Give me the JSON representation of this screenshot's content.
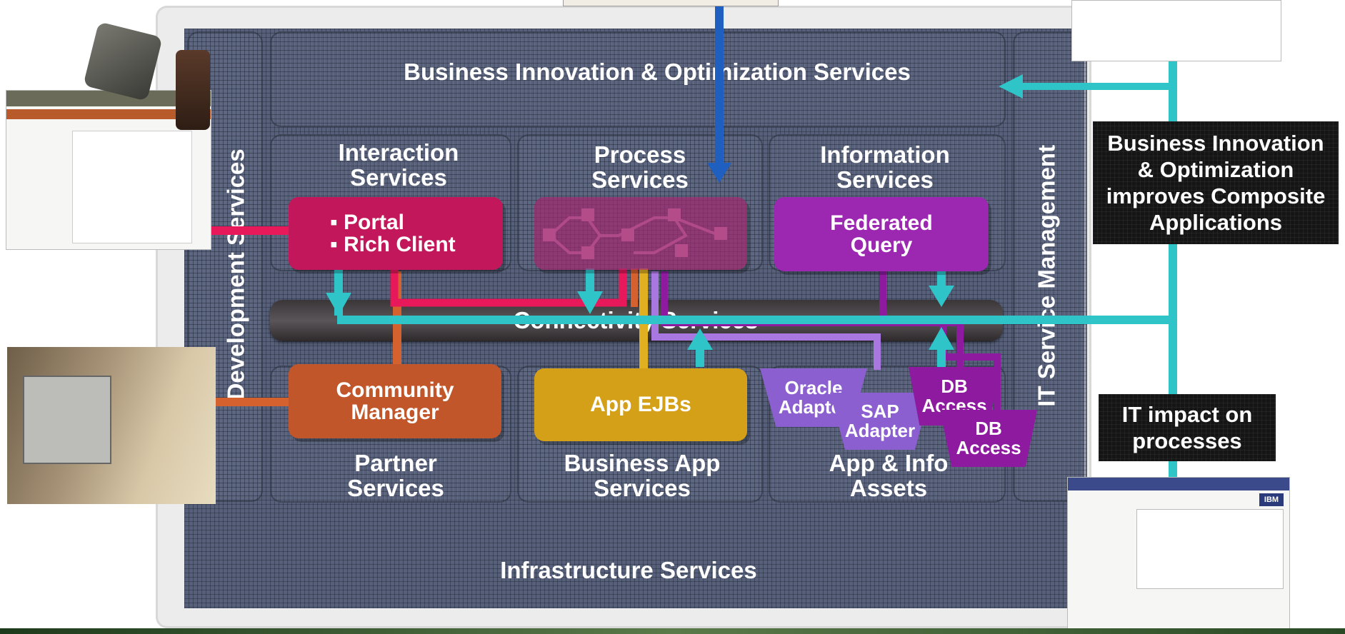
{
  "layers": {
    "top": "Business Innovation & Optimization Services",
    "bottom": "Infrastructure Services",
    "left_vertical": "Development Services",
    "right_vertical": "IT Service Management",
    "connectivity": "Connectivity Services"
  },
  "columns": {
    "interaction": "Interaction Services",
    "process": "Process Services",
    "information": "Information Services",
    "partner": "Partner Services",
    "business_app": "Business App Services",
    "assets": "App & Info Assets"
  },
  "boxes": {
    "portal_item1": "Portal",
    "portal_item2": "Rich Client",
    "federated": "Federated Query",
    "community": "Community Manager",
    "ejbs": "App EJBs",
    "oracle": "Oracle Adapter",
    "sap": "SAP Adapter",
    "db1": "DB Access",
    "db2": "DB Access"
  },
  "callouts": {
    "bio": "Business Innovation & Optimization improves Composite Applications",
    "it_impact": "IT impact on processes"
  },
  "screenshot_ibm_logo": "IBM",
  "colors": {
    "portal": "#c2185b",
    "process": "#8e2a6e",
    "federated": "#9c27b0",
    "community": "#c0562a",
    "ejbs": "#d4a017",
    "adapter": "#8b5fd0",
    "db": "#8e1aa0",
    "teal": "#2ec4c8",
    "blue": "#1f5fc0"
  }
}
